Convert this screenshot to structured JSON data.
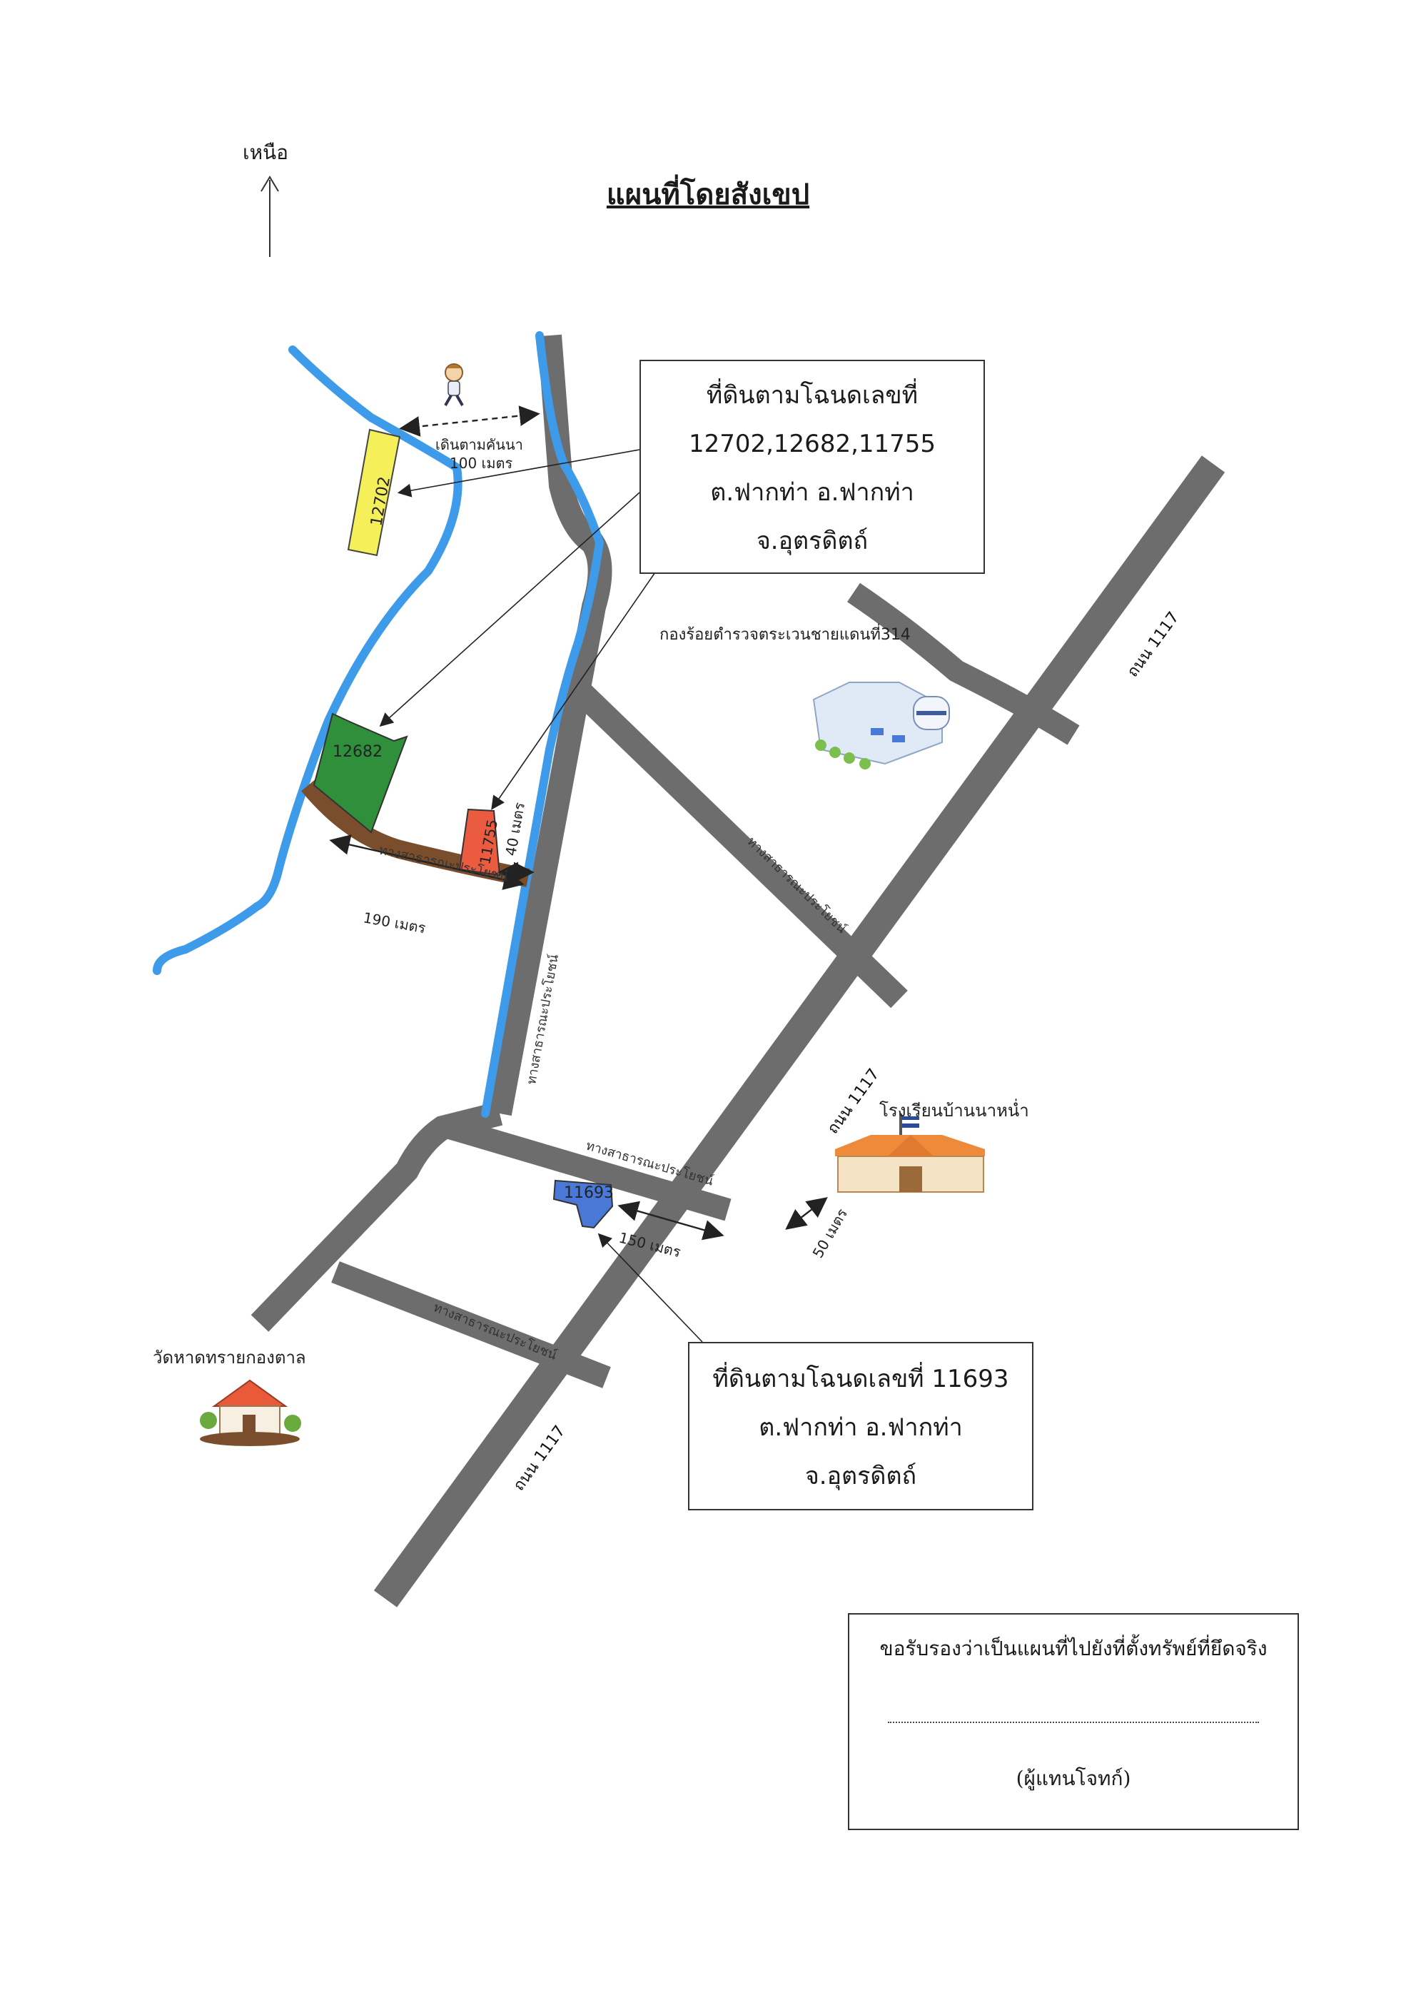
{
  "title": "แผนที่โดยสังเขป",
  "north_label": "เหนือ",
  "box_1": {
    "line1": "ที่ดินตามโฉนดเลขที่",
    "line2": "12702,12682,11755",
    "line3": "ต.ฟากท่า   อ.ฟากท่า",
    "line4": "จ.อุตรดิตถ์"
  },
  "box_2": {
    "line1": "ที่ดินตามโฉนดเลขที่ 11693",
    "line2": "ต.ฟากท่า   อ.ฟากท่า",
    "line3": "จ.อุตรดิตถ์"
  },
  "certify": {
    "text": "ขอรับรองว่าเป็นแผนที่ไปยังที่ตั้งทรัพย์ที่ยึดจริง",
    "signer": "(ผู้แทนโจทก์)"
  },
  "landmarks": {
    "police": "กองร้อยตำรวจตระเวนชายแดนที่314",
    "school": "โรงเรียนบ้านนาหน่ำ",
    "temple": "วัดหาดทรายกองตาล"
  },
  "road_labels": {
    "highway_1": "ถนน 1117",
    "highway_2": "ถนน 1117",
    "highway_3": "ถนน 1117",
    "public_road_1": "ทางสาธารณะประโยชน์",
    "public_road_2": "ทางสาธารณะประโยชน์",
    "public_road_3": "ทางสาธารณะประโยชน์",
    "public_road_4": "ทางสาธารณะประโยชน์",
    "dirt_road": "ทางสาธารณะประโยชน์"
  },
  "parcels": {
    "p12702": "12702",
    "p12682": "12682",
    "p11755": "11755",
    "p11693": "11693"
  },
  "distances": {
    "walk_label": "เดินตามคันนา",
    "walk_dist": "100 เมตร",
    "d40": "40 เมตร",
    "d190": "190 เมตร",
    "d150": "150 เมตร",
    "d50": "50 เมตร"
  },
  "colors": {
    "road": "#6d6d6d",
    "river": "#3d9be9",
    "dirt_road": "#7a4e2d",
    "parcel_12702": "#f5f05a",
    "parcel_12682": "#2f8f3a",
    "parcel_11755": "#ea5b3f",
    "parcel_11693": "#4a78d6"
  }
}
